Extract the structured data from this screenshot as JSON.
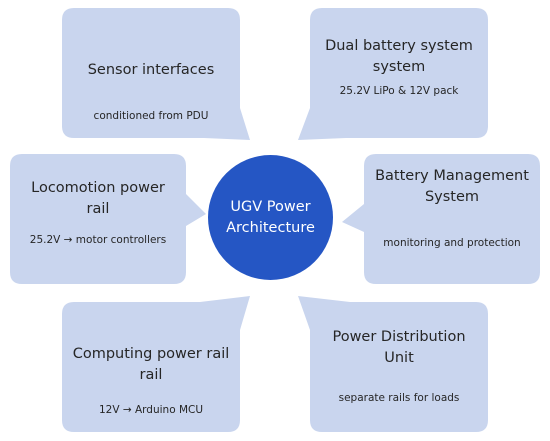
{
  "hub": {
    "label": "UGV Power Architecture"
  },
  "boxes": {
    "sensor": {
      "title": "Sensor interfaces",
      "detail": "conditioned from PDU"
    },
    "battery": {
      "title": "Dual battery system system",
      "detail": "25.2V LiPo & 12V pack"
    },
    "locomotion": {
      "title": "Locomotion power rail",
      "detail": "25.2V → motor controllers"
    },
    "bms": {
      "title": "Battery Management System",
      "detail": "monitoring and protection"
    },
    "computing": {
      "title": "Computing power rail rail",
      "detail": "12V → Arduino MCU"
    },
    "pdu": {
      "title": "Power Distribution Unit",
      "detail": "separate rails for loads"
    }
  },
  "colors": {
    "callout_fill": "#c9d5ee",
    "hub_fill": "#2556c4",
    "text": "#262626",
    "hub_text": "#ffffff"
  }
}
